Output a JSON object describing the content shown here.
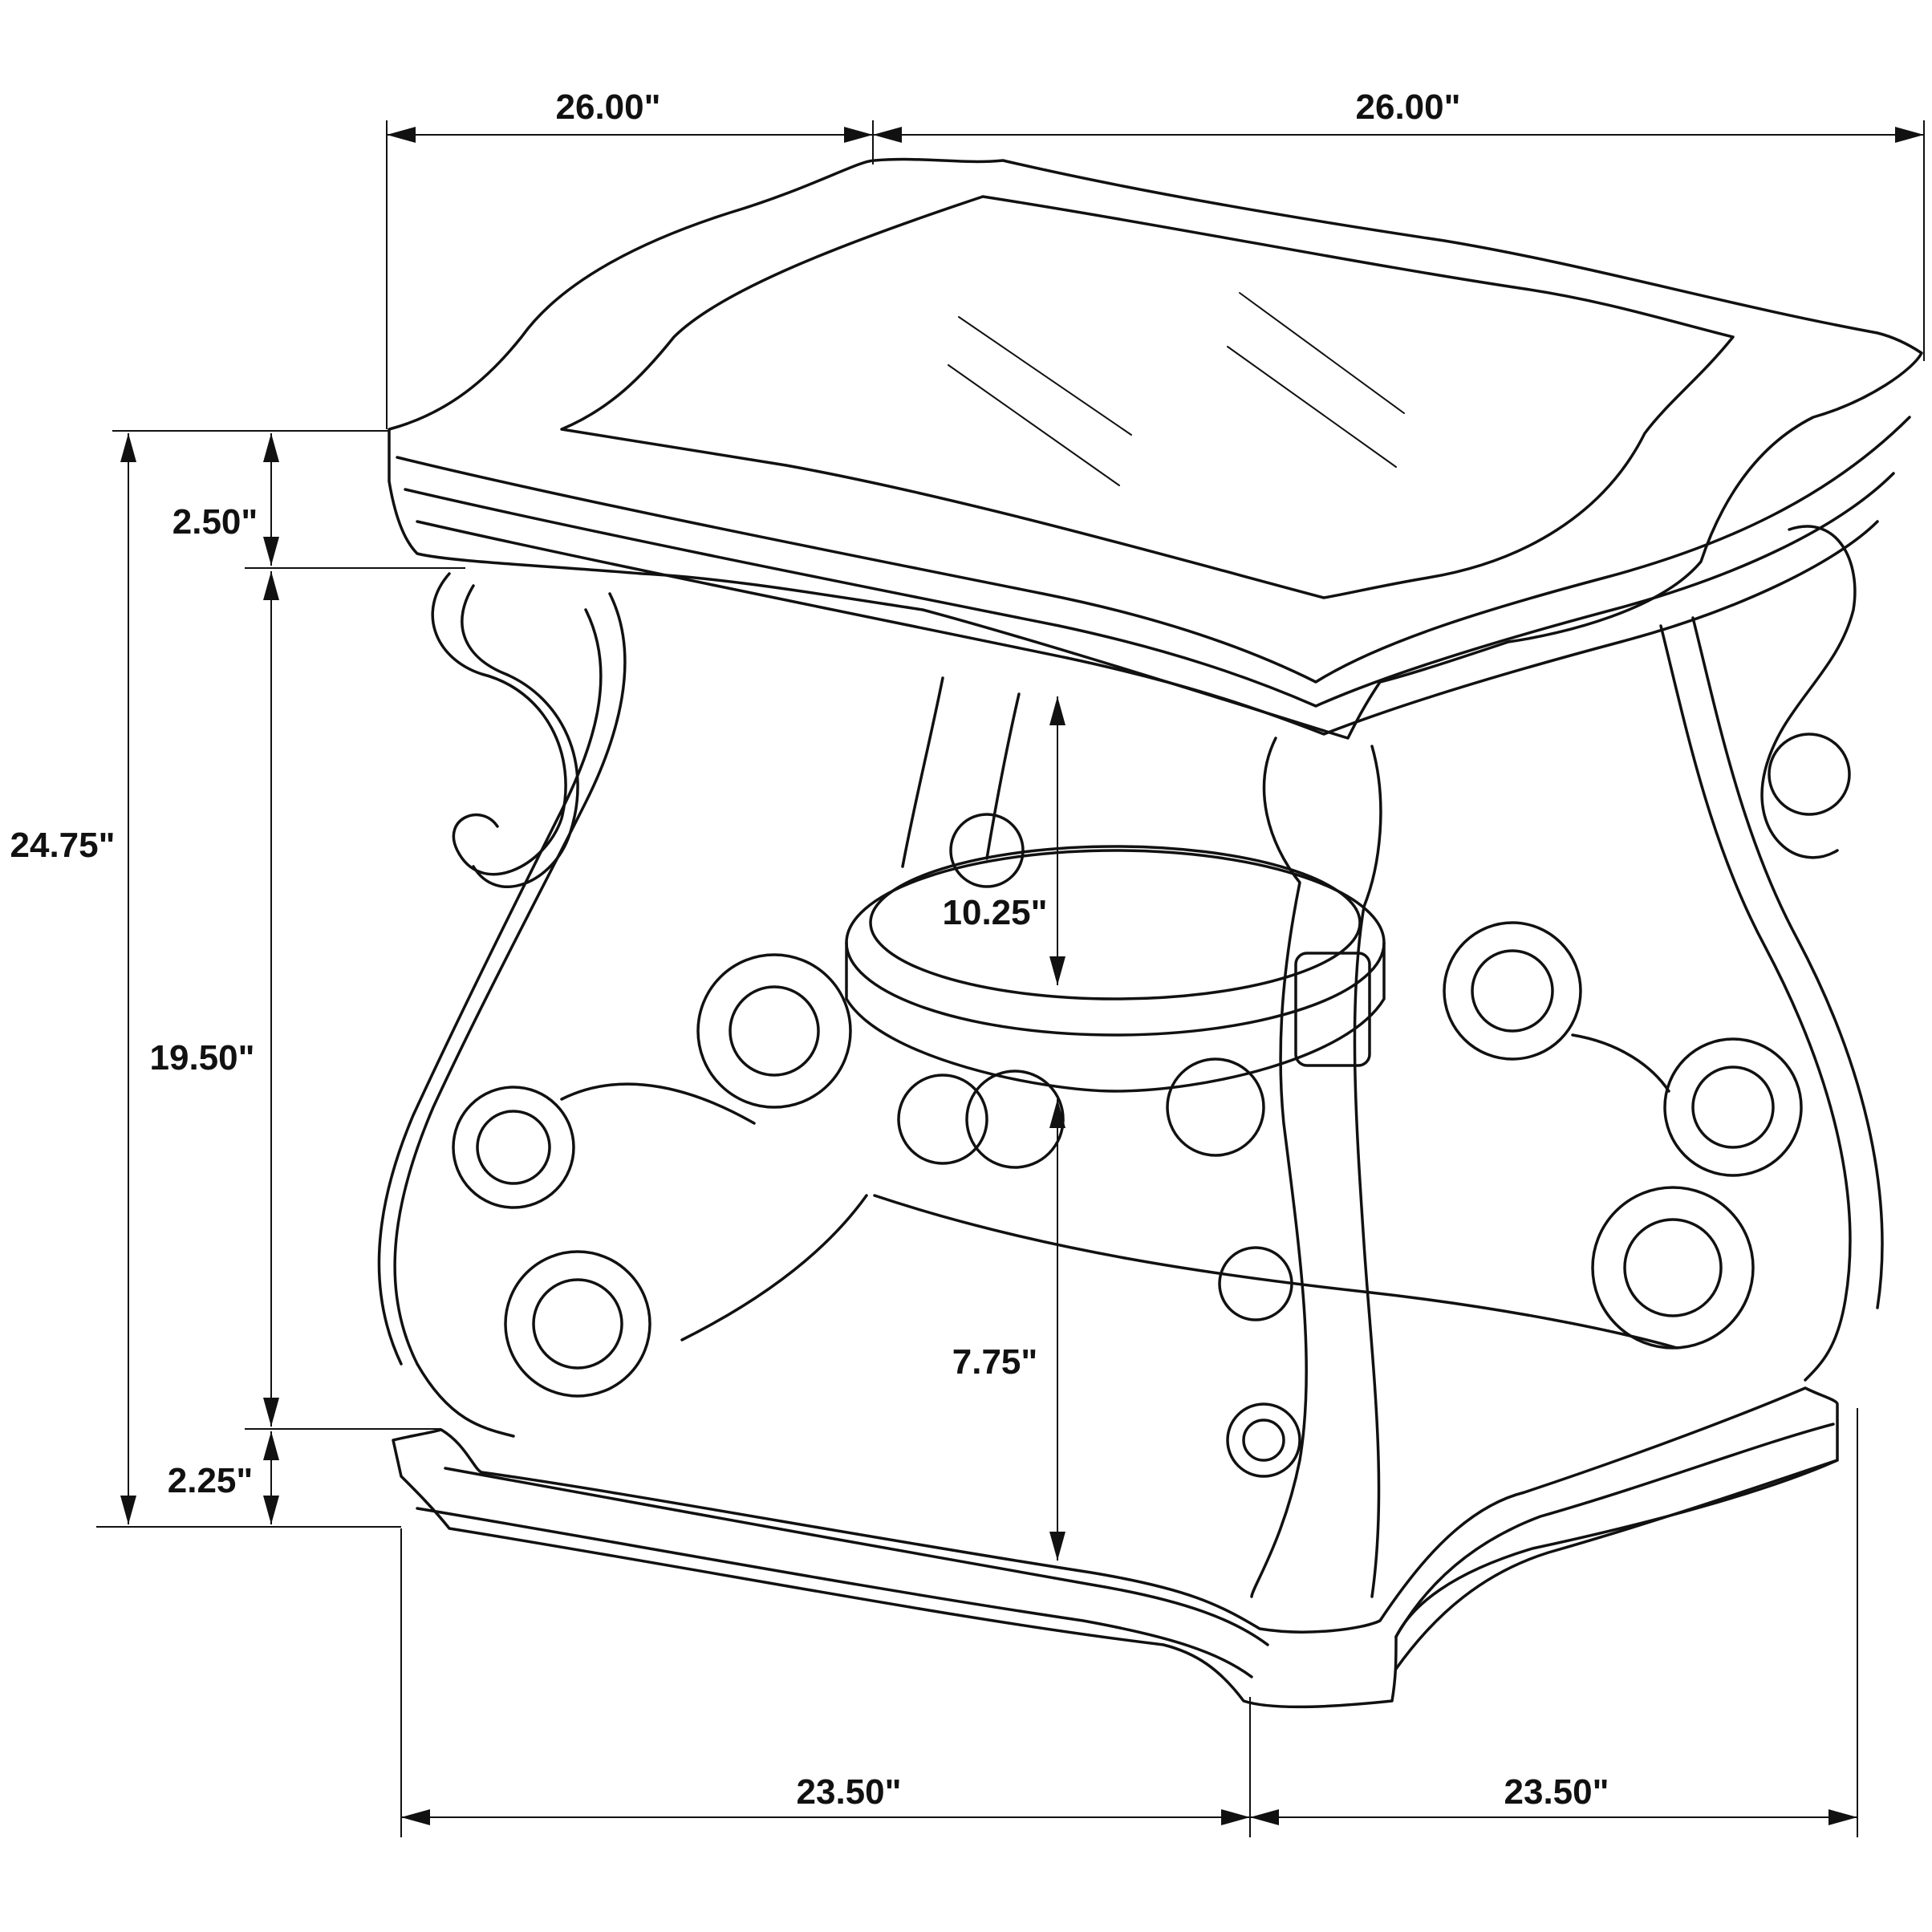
{
  "dimensions": {
    "top_width_left": "26.00\"",
    "top_width_right": "26.00\"",
    "overall_height": "24.75\"",
    "top_thickness": "2.50\"",
    "leg_height": "19.50\"",
    "base_thickness": "2.25\"",
    "shelf_diameter": "10.25\"",
    "shelf_height": "7.75\"",
    "base_width_left": "23.50\"",
    "base_width_right": "23.50\""
  }
}
